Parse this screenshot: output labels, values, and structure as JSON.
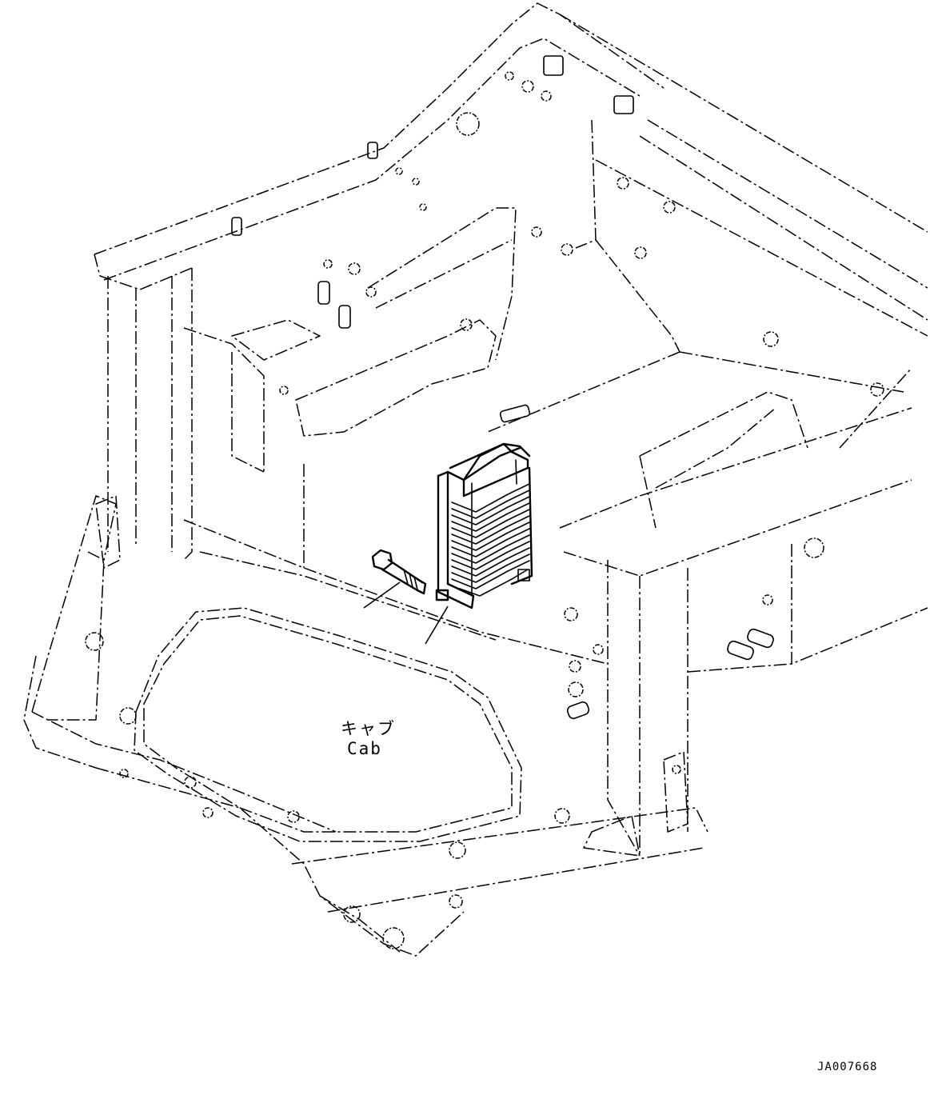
{
  "labels": {
    "cab_japanese": "キャブ",
    "cab_english": "Cab"
  },
  "document_code": "JA007668",
  "colors": {
    "line": "#000000",
    "background": "#ffffff"
  },
  "parts": [
    {
      "name": "heater-core",
      "icon": "radiator-unit"
    },
    {
      "name": "mounting-bolt",
      "icon": "bolt"
    }
  ]
}
